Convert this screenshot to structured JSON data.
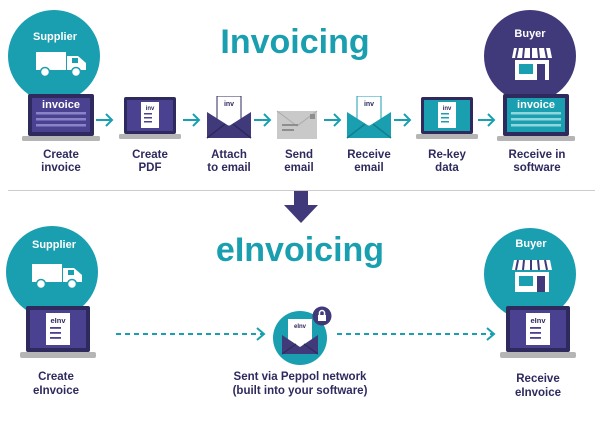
{
  "top": {
    "title": "Invoicing",
    "supplier_label": "Supplier",
    "buyer_label": "Buyer",
    "steps": [
      {
        "label_line1": "Create",
        "label_line2": "invoice",
        "screen_text": "invoice"
      },
      {
        "label_line1": "Create",
        "label_line2": "PDF",
        "screen_text": "inv"
      },
      {
        "label_line1": "Attach",
        "label_line2": "to email",
        "screen_text": "inv"
      },
      {
        "label_line1": "Send",
        "label_line2": "email"
      },
      {
        "label_line1": "Receive",
        "label_line2": "email",
        "screen_text": "inv"
      },
      {
        "label_line1": "Re-key",
        "label_line2": "data",
        "screen_text": "inv"
      },
      {
        "label_line1": "Receive in",
        "label_line2": "software",
        "screen_text": "invoice"
      }
    ]
  },
  "bottom": {
    "title": "eInvoicing",
    "supplier_label": "Supplier",
    "buyer_label": "Buyer",
    "create_line1": "Create",
    "create_line2": "eInvoice",
    "network_line1": "Sent via Peppol network",
    "network_line2": "(built into your software)",
    "receive_line1": "Receive",
    "receive_line2": "eInvoice",
    "doc_text": "eInv"
  },
  "colors": {
    "teal": "#1a9fb0",
    "navy": "#2e2a5e",
    "purple": "#413a7a",
    "divider": "#cccccc"
  }
}
